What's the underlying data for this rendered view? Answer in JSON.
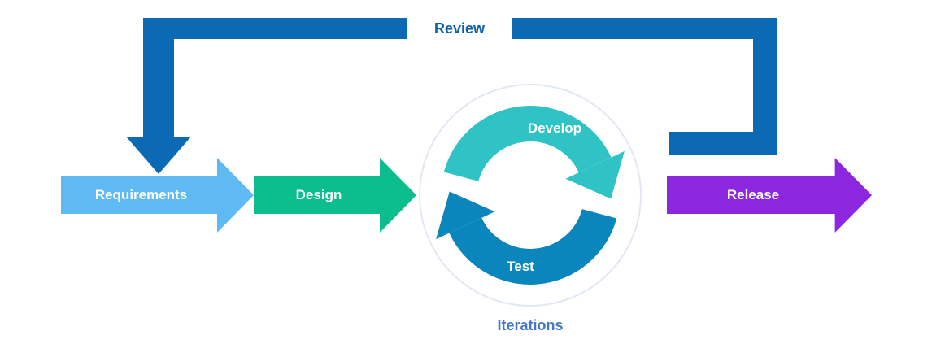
{
  "diagram": {
    "review_loop": {
      "label": "Review",
      "color": "#0c6ab5",
      "text_color": "#0b5fa5"
    },
    "steps": [
      {
        "label": "Requirements",
        "color": "#5fb9f2"
      },
      {
        "label": "Design",
        "color": "#0cbe8e"
      },
      {
        "label": "Release",
        "color": "#8c26df"
      }
    ],
    "iterations": {
      "caption": "Iterations",
      "caption_color": "#4577c9",
      "circle_border_color": "#e1e8f3",
      "arcs": [
        {
          "label": "Develop",
          "color": "#2fc3c6"
        },
        {
          "label": "Test",
          "color": "#0b86bd"
        }
      ]
    }
  }
}
